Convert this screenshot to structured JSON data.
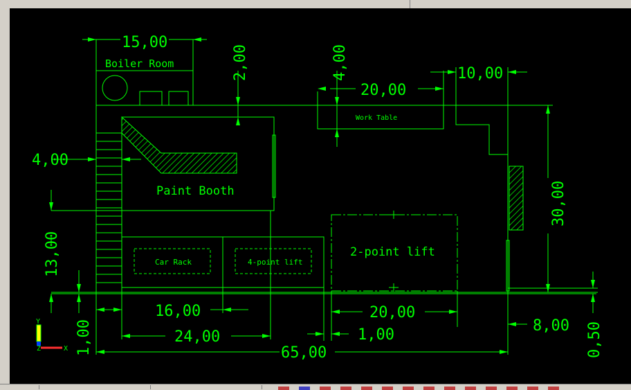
{
  "labels": {
    "boiler_room": "Boiler Room",
    "work_table": "Work Table",
    "paint_booth": "Paint Booth",
    "car_rack": "Car Rack",
    "four_point_lift": "4-point lift",
    "two_point_lift": "2-point lift"
  },
  "dimensions": {
    "d_15": "15,00",
    "d_2": "2,00",
    "d_4_top": "4,00",
    "d_20_top": "20,00",
    "d_10": "10,00",
    "d_4_left": "4,00",
    "d_13": "13,00",
    "d_30": "30,00",
    "d_16": "16,00",
    "d_24": "24,00",
    "d_20_bottom": "20,00",
    "d_1_bottom": "1,00",
    "d_8": "8,00",
    "d_1_left": "1,00",
    "d_65": "65,00",
    "d_050": "0,50"
  },
  "axes": {
    "y": "Y",
    "z": "Z",
    "x": "X"
  },
  "colors": {
    "drawing": "#00ff00",
    "background": "#000000"
  }
}
